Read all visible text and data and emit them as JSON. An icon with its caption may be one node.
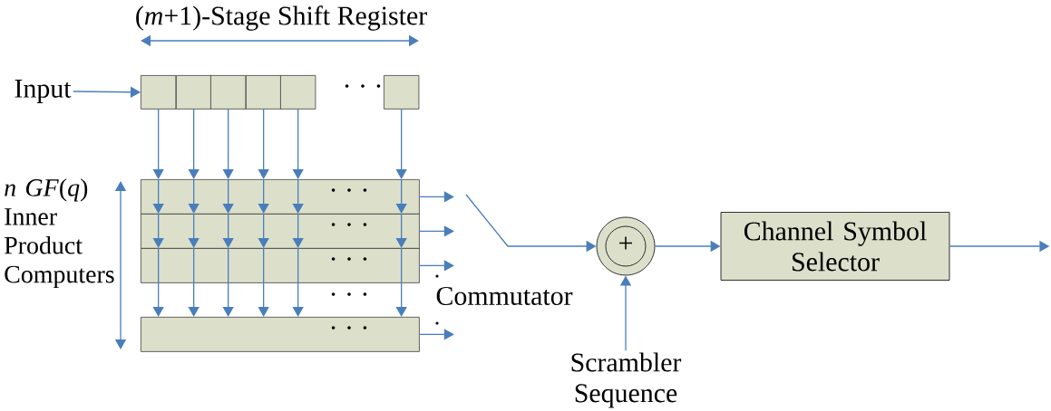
{
  "diagram": {
    "nodes": [
      {
        "text": [
          "Input"
        ]
      },
      {
        "text": [],
        "shape": "box"
      },
      {
        "text": [],
        "shape": "box"
      },
      {
        "text": [],
        "shape": "box"
      },
      {
        "text": [],
        "shape": "box"
      },
      {
        "text": [],
        "shape": "box"
      },
      {
        "text": [],
        "shape": "box"
      },
      {
        "text": [
          "· · ·"
        ]
      },
      {
        "text": [
          "· · ·"
        ]
      },
      {
        "text": [
          "· · ·"
        ]
      },
      {
        "text": [
          "· · ·"
        ]
      },
      {
        "text": [
          "+"
        ]
      },
      {
        "text": [
          "Channel Symbol Selector"
        ]
      },
      {
        "text": [
          "Scrambler Sequence"
        ]
      }
    ],
    "edges": [
      {
        "from": 0,
        "to": 1,
        "arrow": "to"
      },
      {
        "from": 1,
        "to": 7,
        "arrow": "to"
      },
      {
        "from": 2,
        "to": 7,
        "arrow": "to"
      },
      {
        "from": 3,
        "to": 7,
        "arrow": "to"
      },
      {
        "from": 4,
        "to": 7,
        "arrow": "to"
      },
      {
        "from": 5,
        "to": 7,
        "arrow": "to"
      },
      {
        "from": 6,
        "to": 7,
        "arrow": "to"
      },
      {
        "from": 7,
        "to": 8,
        "arrow": "to"
      },
      {
        "from": 7,
        "to": 8,
        "arrow": "to"
      },
      {
        "from": 7,
        "to": 8,
        "arrow": "to"
      },
      {
        "from": 7,
        "to": 8,
        "arrow": "to"
      },
      {
        "from": 7,
        "to": 8,
        "arrow": "to"
      },
      {
        "from": 7,
        "to": 8,
        "arrow": "to"
      },
      {
        "from": 8,
        "to": 9,
        "arrow": "to"
      },
      {
        "from": 8,
        "to": 9,
        "arrow": "to"
      },
      {
        "from": 8,
        "to": 9,
        "arrow": "to"
      },
      {
        "from": 8,
        "to": 9,
        "arrow": "to"
      },
      {
        "from": 8,
        "to": 9,
        "arrow": "to"
      },
      {
        "from": 8,
        "to": 9,
        "arrow": "to"
      },
      {
        "from": 9,
        "to": 10,
        "arrow": "to"
      },
      {
        "from": 9,
        "to": 10,
        "arrow": "to"
      },
      {
        "from": 9,
        "to": 10,
        "arrow": "to"
      },
      {
        "from": 9,
        "to": 10,
        "arrow": "to"
      },
      {
        "from": 9,
        "to": 10,
        "arrow": "to"
      },
      {
        "from": 9,
        "to": 10,
        "arrow": "to"
      },
      {
        "from": 7,
        "to": null,
        "arrow": "to"
      },
      {
        "from": 8,
        "to": null,
        "arrow": "to"
      },
      {
        "from": 9,
        "to": null,
        "arrow": "to"
      },
      {
        "from": 10,
        "to": null,
        "arrow": "to"
      },
      {
        "from": null,
        "to": 11,
        "arrow": "to"
      },
      {
        "from": 13,
        "to": 11,
        "arrow": "to"
      },
      {
        "from": 11,
        "to": 12,
        "arrow": "to"
      },
      {
        "from": 12,
        "to": null,
        "arrow": "to"
      }
    ],
    "labels": [
      "(*m*+1)-Stage Shift Register",
      "· · ·",
      "*n* *GF*(*q*) Inner Product Computers",
      "· · ·",
      "Commutator"
    ]
  }
}
